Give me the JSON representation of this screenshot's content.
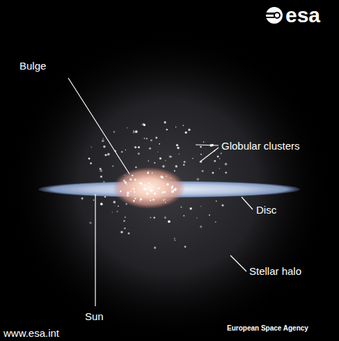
{
  "diagram": {
    "labels": [
      "esa",
      "Bulge",
      "Globular clusters",
      "Disc",
      "Stellar halo",
      "Sun",
      "www.esa.int",
      "European Space Agency"
    ]
  }
}
